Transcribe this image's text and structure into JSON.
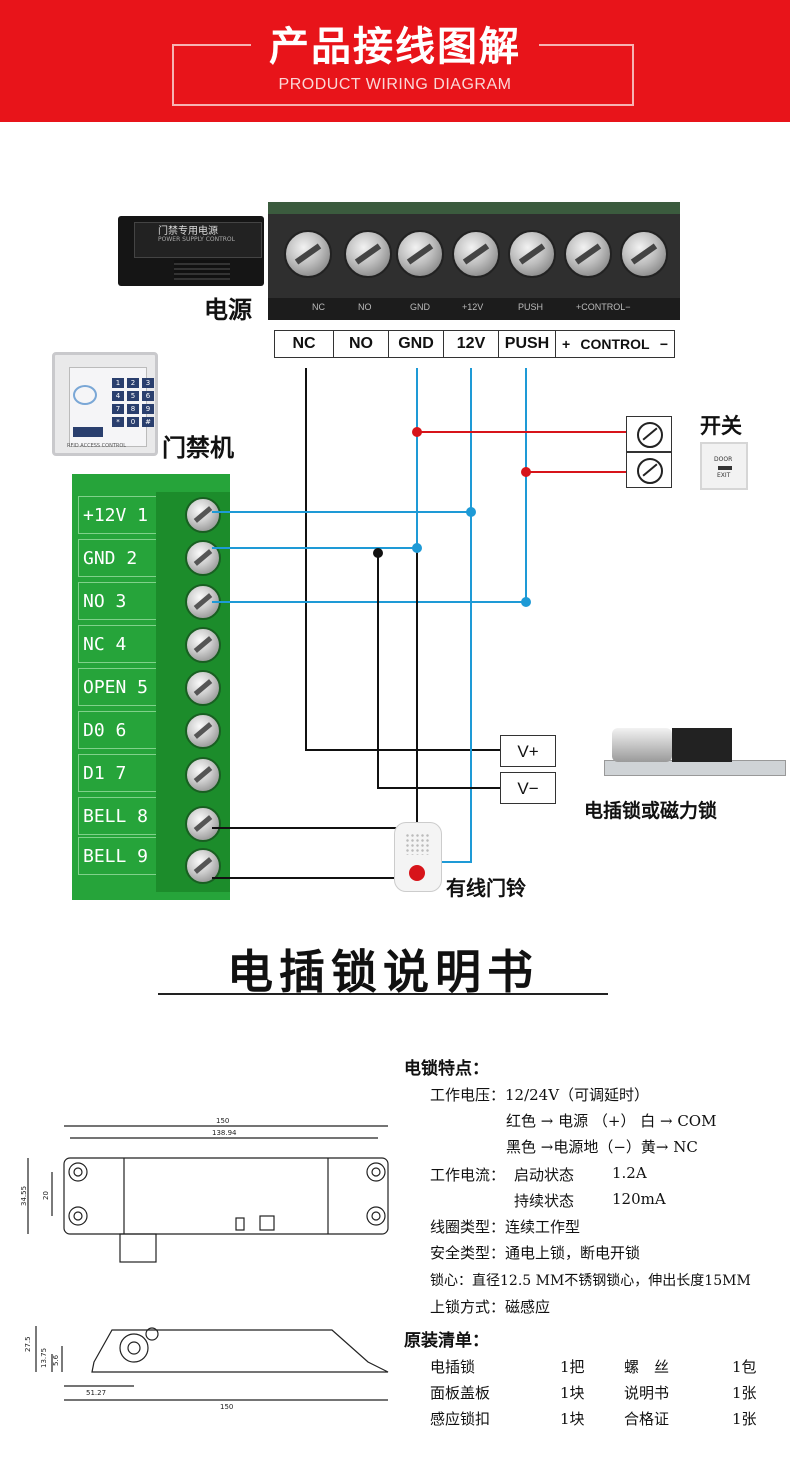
{
  "header": {
    "title": "产品接线图解",
    "subtitle": "PRODUCT WIRING DIAGRAM"
  },
  "psu": {
    "label": "电源",
    "top_terminals": [
      "NC",
      "NO",
      "GND",
      "+12V",
      "PUSH",
      "+CONTROL−"
    ],
    "terminals": [
      "NC",
      "NO",
      "GND",
      "12V",
      "PUSH",
      "+",
      "CONTROL",
      "−"
    ],
    "device_label": "门禁专用电源",
    "device_sublabel": "POWER SUPPLY CONTROL"
  },
  "access": {
    "label": "门禁机",
    "device_caption": "RFID ACCESS CONTROL",
    "keys": [
      "1",
      "2",
      "3",
      "4",
      "5",
      "6",
      "7",
      "8",
      "9",
      "*",
      "0",
      "#"
    ],
    "pins": [
      "+12V 1",
      "GND 2",
      "NO 3",
      "NC 4",
      "OPEN 5",
      "D0 6",
      "D1 7",
      "BELL 8",
      "BELL 9"
    ]
  },
  "switch": {
    "label": "开关",
    "button_text": "DOOR",
    "button_sub": "EXIT"
  },
  "lock": {
    "vplus": "V+",
    "vminus": "V−",
    "label": "电插锁或磁力锁"
  },
  "bell": {
    "label": "有线门铃"
  },
  "manual": {
    "title": "电插锁说明书"
  },
  "features": {
    "heading": "电锁特点：",
    "voltage": "工作电压：12/24V（可调延时）",
    "wire1": "红色 → 电源 （+） 白 → COM",
    "wire2": "黑色 →电源地（−）黄→ NC",
    "current_label": "工作电流：",
    "start_state": "启动状态",
    "start_value": "1.2A",
    "hold_state": "持续状态",
    "hold_value": "120mA",
    "coil": "线圈类型：连续工作型",
    "safety": "安全类型：通电上锁，断电开锁",
    "core": "锁心：直径12.5 MM不锈钢锁心，伸出长度15MM",
    "lock_mode": "上锁方式：磁感应"
  },
  "packing": {
    "heading": "原装清单：",
    "rows": [
      {
        "item": "电插锁",
        "qty": "1把",
        "item2": "螺　丝",
        "qty2": "1包"
      },
      {
        "item": "面板盖板",
        "qty": "1块",
        "item2": "说明书",
        "qty2": "1张"
      },
      {
        "item": "感应锁扣",
        "qty": "1块",
        "item2": "合格证",
        "qty2": "1张"
      }
    ]
  },
  "dims": {
    "top_width": "150",
    "top_inner": "138.94",
    "height1": "34.55",
    "height2": "20",
    "side_h1": "27.5",
    "side_h2": "13.75",
    "side_h3": "5.6",
    "side_offset": "51.27",
    "side_width": "150"
  },
  "colors": {
    "header": "#e8141a",
    "blue_wire": "#1e9ad6",
    "red_wire": "#d7141a",
    "black_wire": "#111111",
    "board": "#26a43a"
  }
}
